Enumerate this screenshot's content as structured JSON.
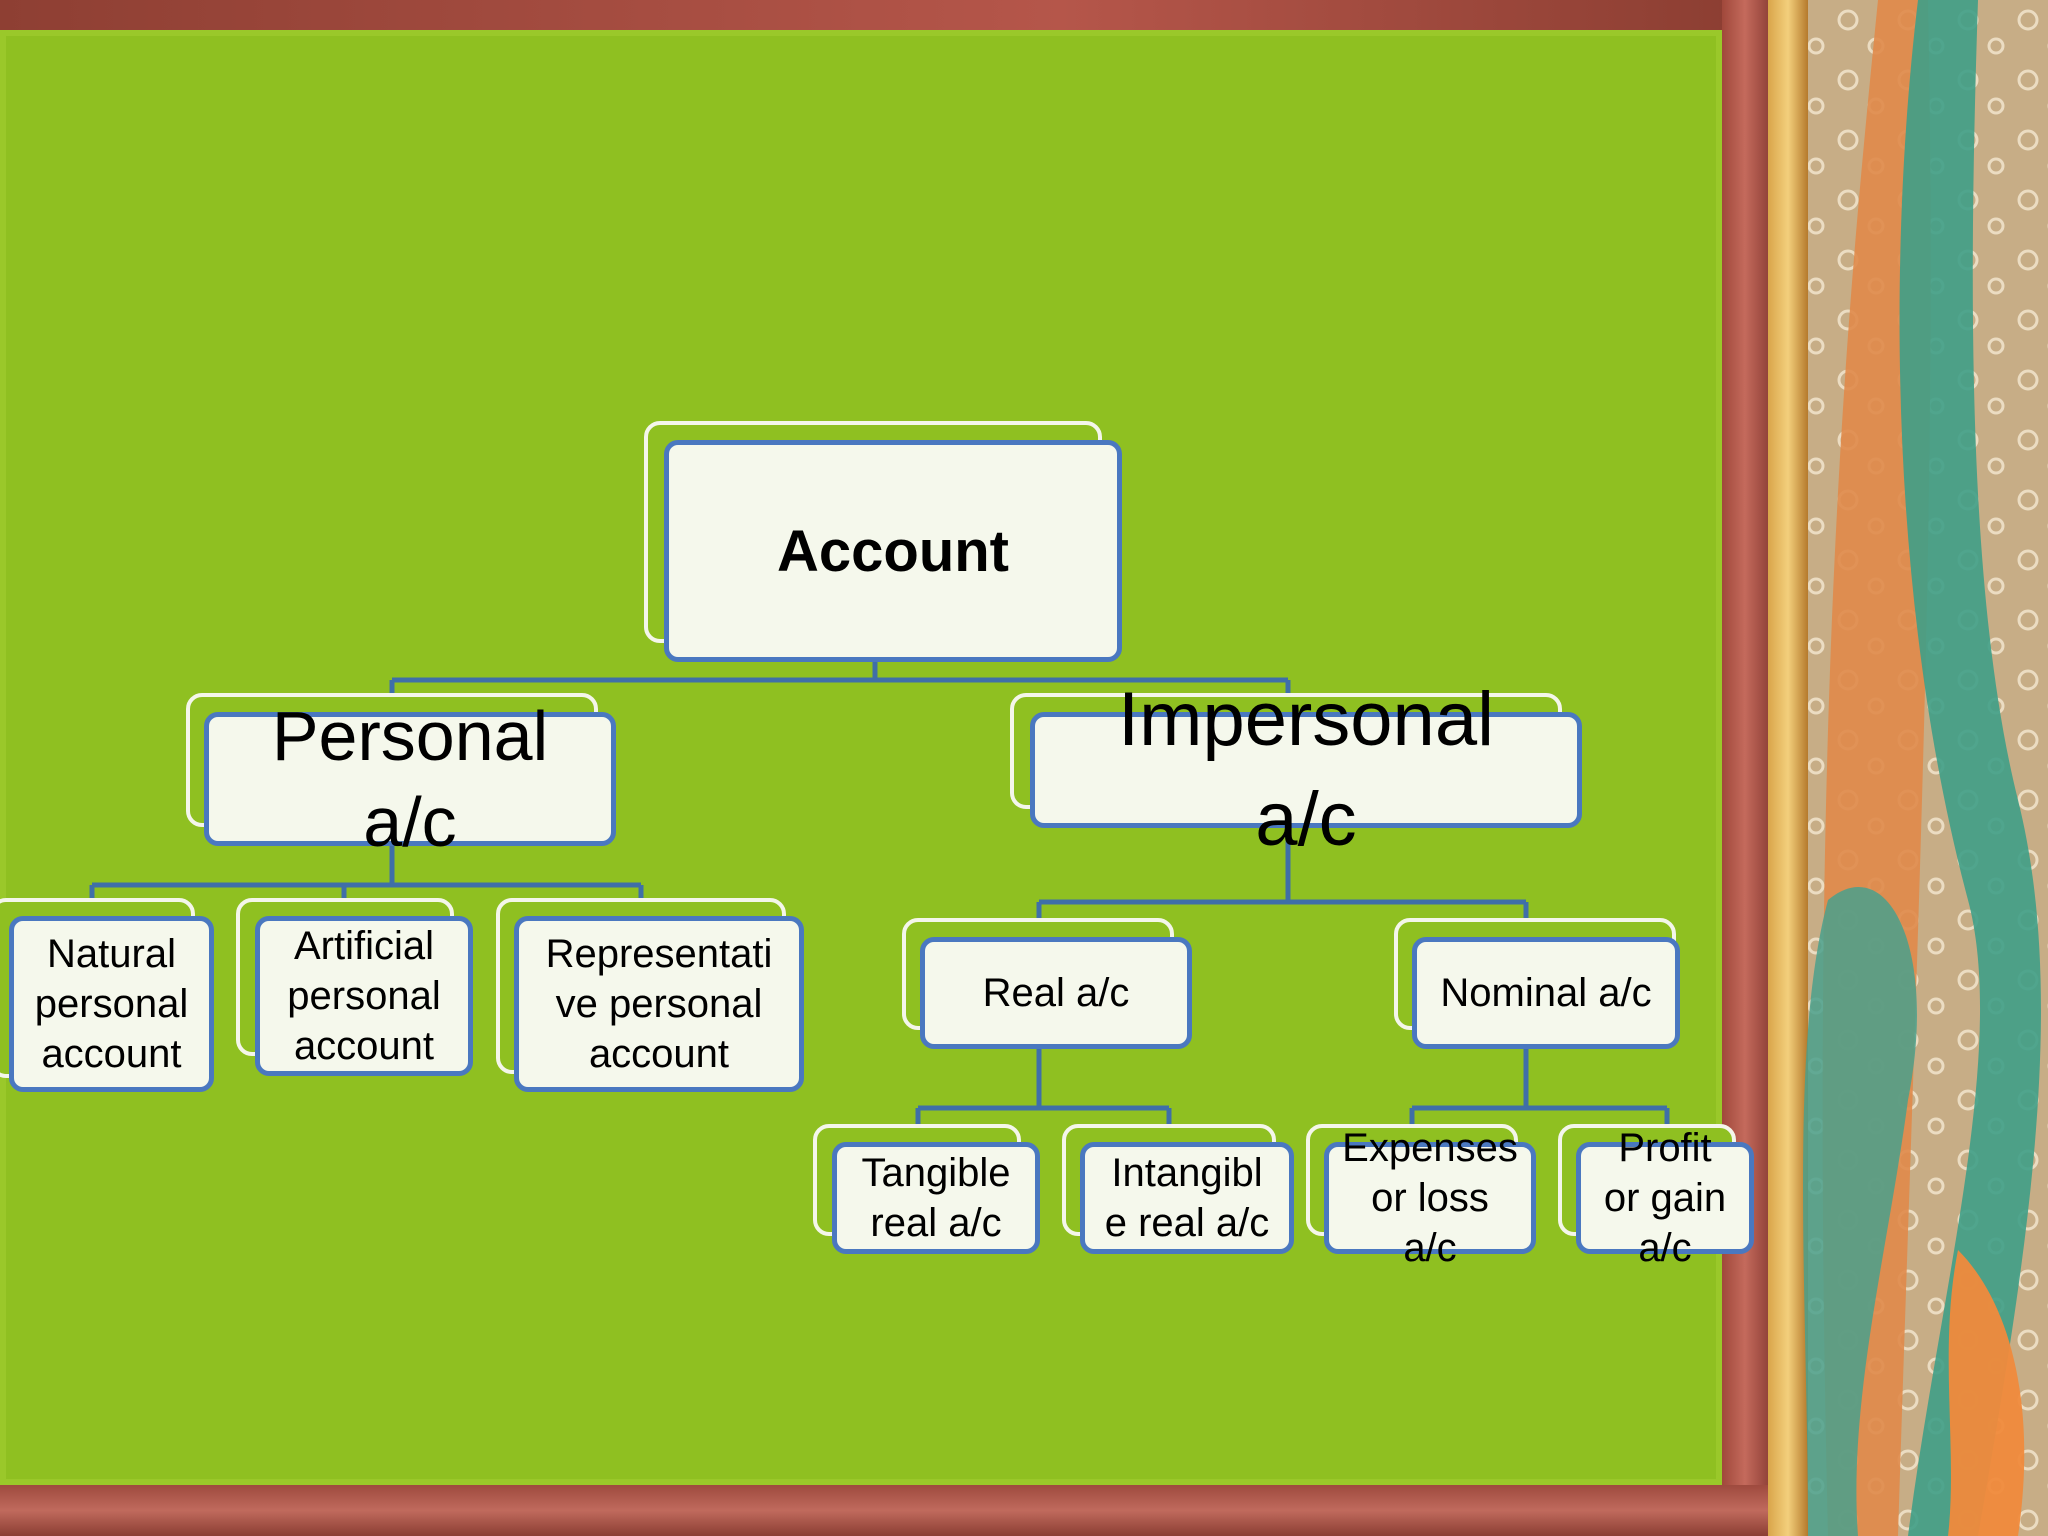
{
  "diagram": {
    "root": {
      "label": "Account"
    },
    "level1": [
      {
        "id": "personal",
        "label": "Personal a/c"
      },
      {
        "id": "impersonal",
        "label": "Impersonal a/c"
      }
    ],
    "personal_children": [
      {
        "label": "Natural personal account"
      },
      {
        "label": "Artificial personal account"
      },
      {
        "label": "Representati ve personal account"
      }
    ],
    "impersonal_children": [
      {
        "label": "Real a/c"
      },
      {
        "label": "Nominal a/c"
      }
    ],
    "real_children": [
      {
        "label": "Tangible real a/c"
      },
      {
        "label": "Intangibl e real a/c"
      }
    ],
    "nominal_children": [
      {
        "label": "Expenses or loss a/c"
      },
      {
        "label": "Profit or gain a/c"
      }
    ]
  },
  "colors": {
    "board": "#8fc021",
    "node_fill": "#f5f8ec",
    "node_border": "#4a78c0",
    "connector": "#3f6fa8"
  }
}
